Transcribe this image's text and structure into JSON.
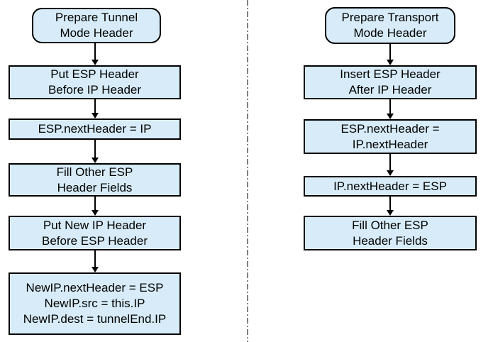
{
  "diagram": {
    "title_hint": "ESP header preparation flowcharts (tunnel vs transport mode)",
    "colors": {
      "background": "#ffffff",
      "box_fill": "#d7ecf8",
      "box_border": "#000000",
      "text": "#000000",
      "divider": "#7f7f7f"
    },
    "flows": [
      {
        "name": "tunnel-mode",
        "nodes": [
          {
            "type": "terminal",
            "lines": [
              "Prepare Tunnel",
              "Mode Header"
            ]
          },
          {
            "type": "process",
            "lines": [
              "Put ESP Header",
              "Before IP Header"
            ]
          },
          {
            "type": "process",
            "lines": [
              "ESP.nextHeader = IP"
            ]
          },
          {
            "type": "process",
            "lines": [
              "Fill Other ESP",
              "Header Fields"
            ]
          },
          {
            "type": "process",
            "lines": [
              "Put New IP Header",
              "Before ESP Header"
            ]
          },
          {
            "type": "process",
            "lines": [
              "NewIP.nextHeader = ESP",
              "NewIP.src = this.IP",
              "NewIP.dest = tunnelEnd.IP"
            ]
          }
        ]
      },
      {
        "name": "transport-mode",
        "nodes": [
          {
            "type": "terminal",
            "lines": [
              "Prepare Transport",
              "Mode Header"
            ]
          },
          {
            "type": "process",
            "lines": [
              "Insert ESP Header",
              "After IP Header"
            ]
          },
          {
            "type": "process",
            "lines": [
              "ESP.nextHeader =",
              "IP.nextHeader"
            ]
          },
          {
            "type": "process",
            "lines": [
              "IP.nextHeader = ESP"
            ]
          },
          {
            "type": "process",
            "lines": [
              "Fill Other ESP",
              "Header Fields"
            ]
          }
        ]
      }
    ]
  }
}
